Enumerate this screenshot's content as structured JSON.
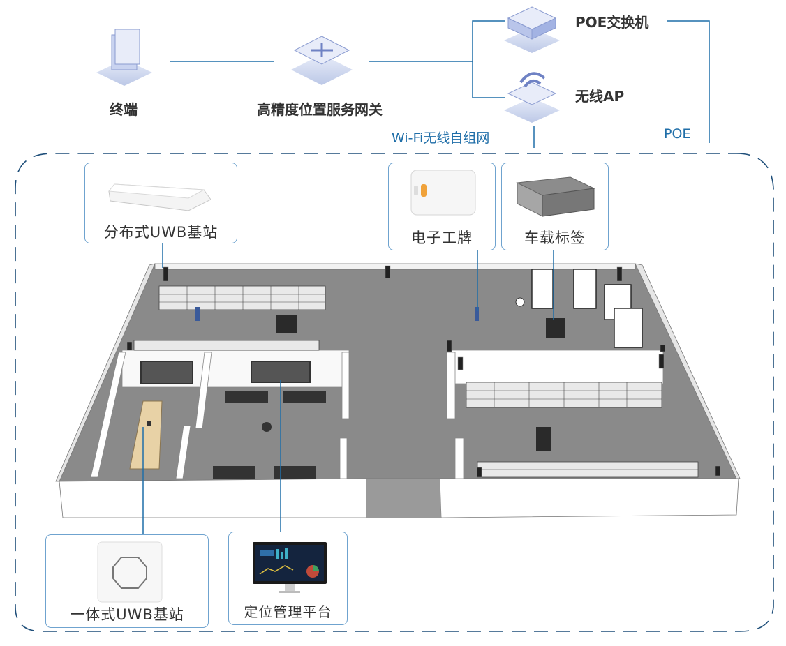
{
  "network": {
    "terminal": "终端",
    "gateway": "高精度位置服务网关",
    "poe_switch": "POE交换机",
    "wireless_ap": "无线AP",
    "wifi_mesh": "Wi-Fi无线自组网",
    "poe": "POE"
  },
  "callouts": {
    "distributed_uwb": "分布式UWB基站",
    "badge": "电子工牌",
    "vehicle_tag": "车载标签",
    "integrated_uwb": "一体式UWB基站",
    "platform": "定位管理平台"
  },
  "colors": {
    "line": "#1f6ea8",
    "dash": "#1f4f7a",
    "floor": "#8a8a8a",
    "wall": "#ffffff"
  }
}
